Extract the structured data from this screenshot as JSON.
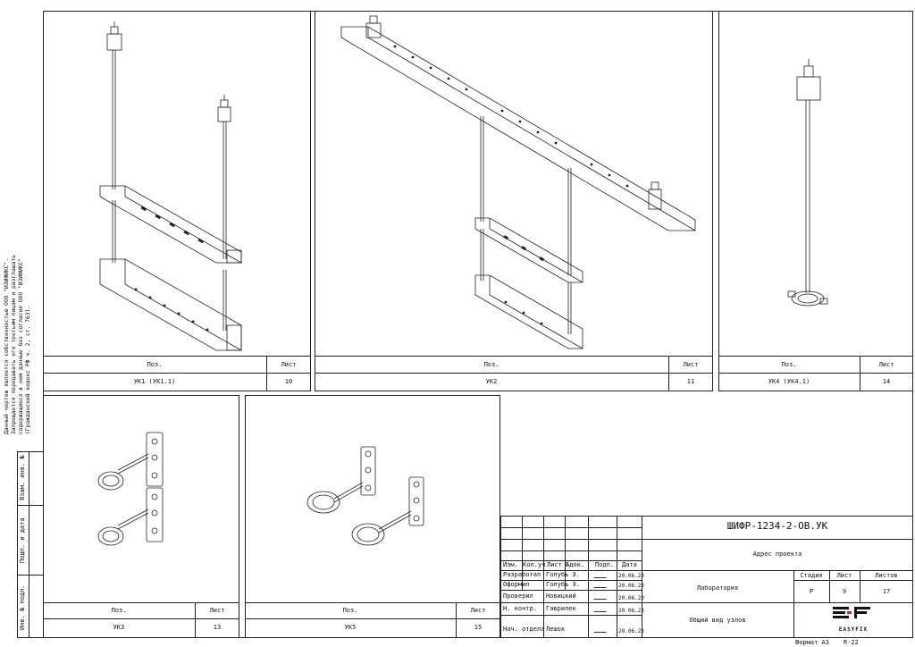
{
  "side_note": {
    "lines": [
      "Данный чертеж является собственностью ООО \"ИЗИФИКС\".",
      "Запрещается передавать его третьим лицам и разглашать",
      "содержащиеся в нем данные без согласия ООО \"ИЗИФИКС\"",
      "(Гражданский кодекс РФ ч. 2, ст. 763)."
    ]
  },
  "margin_fields": {
    "vzam": "Взам. инв. №",
    "podp": "Подп. и дата",
    "inv": "Инв. № подл."
  },
  "views": [
    {
      "pos_label": "Поз.",
      "list_label": "Лист",
      "pos": "УК1 (УК1.1)",
      "list": "10"
    },
    {
      "pos_label": "Поз.",
      "list_label": "Лист",
      "pos": "УК2",
      "list": "11"
    },
    {
      "pos_label": "Поз.",
      "list_label": "Лист",
      "pos": "УК4 (УК4.1)",
      "list": "14"
    },
    {
      "pos_label": "Поз.",
      "list_label": "Лист",
      "pos": "УК3",
      "list": "13"
    },
    {
      "pos_label": "Поз.",
      "list_label": "Лист",
      "pos": "УК5",
      "list": "15"
    }
  ],
  "title_block": {
    "header": [
      "Изм.",
      "Кол.уч",
      "Лист",
      "№док.",
      "Подп.",
      "Дата"
    ],
    "rows": [
      {
        "role": "Разработал",
        "name": "Голубь Э.",
        "date": "20.06.23"
      },
      {
        "role": "Оформил",
        "name": "Голубь Э.",
        "date": "20.06.23"
      },
      {
        "role": "Проверил",
        "name": "Новицкий",
        "date": "20.06.23"
      },
      {
        "role": "Н. контр.",
        "name": "Гаврилек",
        "date": "20.06.23"
      },
      {
        "role": "Нач. отдела",
        "name": "Лешок",
        "date": "20.06.23"
      }
    ],
    "code": "ШИФР-1234-2-ОВ.УК",
    "address": "Адрес проекта",
    "lab": "Лаборатория",
    "stage_label": "Стадия",
    "sheet_label": "Лист",
    "sheets_label": "Листов",
    "stage": "Р",
    "sheet": "9",
    "sheets": "17",
    "title": "Общий вид узлов",
    "logo_text": "EASYFIX"
  },
  "footer": {
    "format": "Формат А3",
    "rev": "R-22"
  }
}
